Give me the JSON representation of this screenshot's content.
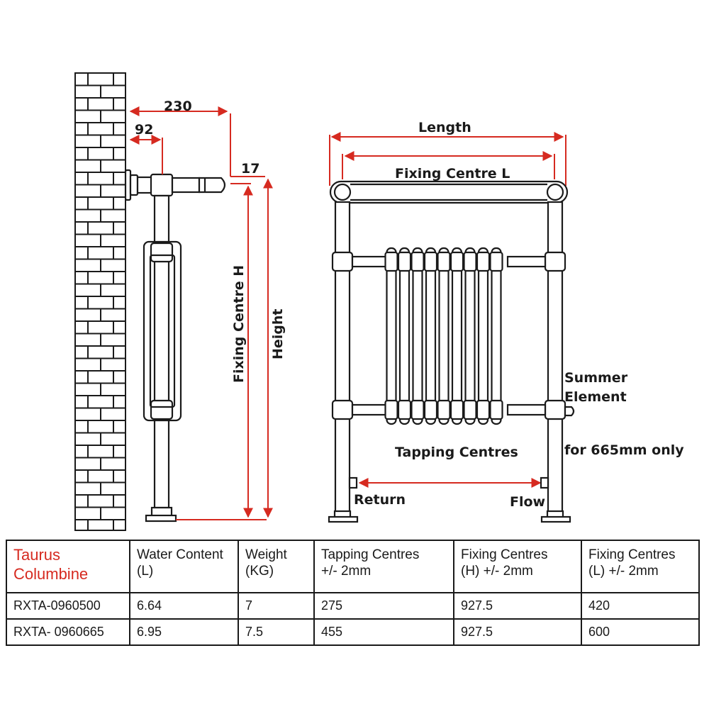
{
  "diagram": {
    "side_view": {
      "dim_230": "230",
      "dim_92": "92",
      "dim_17": "17",
      "fixing_centre_h": "Fixing Centre H",
      "height": "Height"
    },
    "front_view": {
      "length": "Length",
      "fixing_centre_l": "Fixing Centre L",
      "summer_element_line1": "Summer",
      "summer_element_line2": "Element",
      "summer_note": "for 665mm only",
      "tapping_centres": "Tapping Centres",
      "return": "Return",
      "flow": "Flow"
    },
    "colors": {
      "dimension": "#d62a20",
      "outline": "#1a1a1a",
      "pipe_fill": "#ffffff"
    }
  },
  "table": {
    "headers": [
      {
        "line1": "Taurus",
        "line2": "Columbine"
      },
      {
        "line1": "Water Content",
        "line2": "(L)"
      },
      {
        "line1": "Weight",
        "line2": "(KG)"
      },
      {
        "line1": "Tapping Centres",
        "line2": "+/- 2mm"
      },
      {
        "line1": "Fixing Centres",
        "line2": "(H) +/- 2mm"
      },
      {
        "line1": "Fixing Centres",
        "line2": "(L) +/- 2mm"
      }
    ],
    "rows": [
      [
        "RXTA-0960500",
        "6.64",
        "7",
        "275",
        "927.5",
        "420"
      ],
      [
        "RXTA- 0960665",
        "6.95",
        "7.5",
        "455",
        "927.5",
        "600"
      ]
    ]
  }
}
